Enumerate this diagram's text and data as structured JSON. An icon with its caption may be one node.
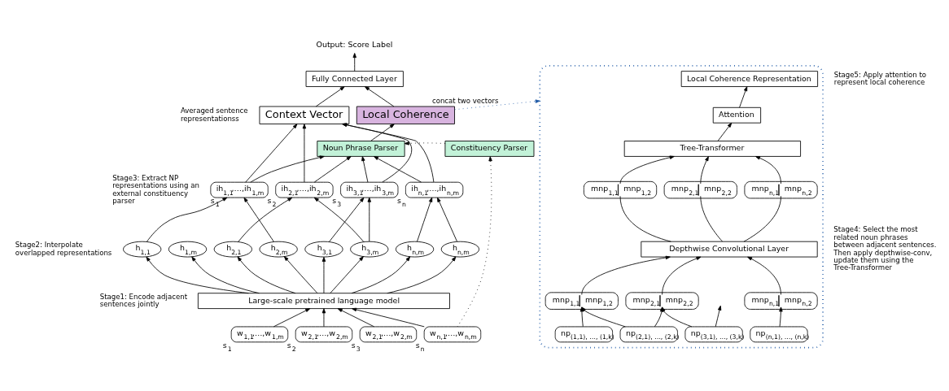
{
  "diagram": {
    "nodes": [
      {
        "text": [
          "Output: Score Label"
        ]
      },
      {
        "text": [
          "Fully Connected Layer"
        ]
      },
      {
        "text": [
          "Context Vector"
        ]
      },
      {
        "text": [
          "Local Coherence"
        ]
      },
      {
        "text": [
          "Noun Phrase Parser"
        ]
      },
      {
        "text": [
          "Constituency Parser"
        ]
      },
      {
        "text": [
          "ih$_{1,1}$,…,ih$_{1,m}$"
        ],
        "beside": [
          "s$_{1}$"
        ]
      },
      {
        "text": [
          "ih$_{2,1}$,…,ih$_{2,m}$"
        ],
        "beside": [
          "s$_{2}$"
        ]
      },
      {
        "text": [
          "ih$_{3,1}$,…,ih$_{3,m}$"
        ],
        "beside": [
          "s$_{3}$"
        ]
      },
      {
        "text": [
          "ih$_{n,1}$,…,ih$_{n,m}$"
        ],
        "beside": [
          "s$_{n}$"
        ]
      },
      {
        "text": [
          "h$_{1,1}$"
        ]
      },
      {
        "text": [
          "h$_{1,m}$"
        ]
      },
      {
        "text": [
          "h$_{2,1}$"
        ]
      },
      {
        "text": [
          "h$_{2,m}$"
        ]
      },
      {
        "text": [
          "h$_{3,1}$"
        ]
      },
      {
        "text": [
          "h$_{3,m}$"
        ]
      },
      {
        "text": [
          "h$_{n,m}$"
        ]
      },
      {
        "text": [
          "h$_{n,m}$"
        ]
      },
      {
        "text": [
          "Large-scale pretrained language model"
        ]
      },
      {
        "text": [
          "w$_{1,1}$,…,w$_{1,m}$"
        ],
        "beside": [
          "s$_{1}$"
        ]
      },
      {
        "text": [
          "w$_{2,1}$,…,w$_{2,m}$"
        ],
        "beside": [
          "s$_{2}$"
        ]
      },
      {
        "text": [
          "w$_{2,1}$,…,w$_{2,m}$"
        ],
        "beside": [
          "s$_{3}$"
        ]
      },
      {
        "text": [
          "w$_{n,1}$,…,w$_{n,m}$"
        ],
        "beside": [
          "s$_{n}$"
        ]
      },
      {
        "text": [],
        "shape": "box"
      },
      {
        "text": [
          "Local Coherence Representation"
        ],
        "in": 23
      },
      {
        "text": [
          "Attention"
        ],
        "in": 23
      },
      {
        "text": [
          "Tree-Transformer"
        ],
        "in": 23
      },
      {
        "text": [
          "mnp$_{1,1}$",
          "mnp$_{1,2}$"
        ],
        "in": 23
      },
      {
        "text": [
          "mnp$_{2,1}$",
          "mnp$_{2,2}$"
        ],
        "in": 23
      },
      {
        "text": [
          "mnp$_{n,1}$",
          "mnp$_{n,2}$"
        ],
        "in": 23
      },
      {
        "text": [
          "Depthwise Convolutional Layer"
        ],
        "in": 23
      },
      {
        "text": [
          "mnp$_{1,1}$",
          "mnp$_{1,2}$"
        ],
        "in": 23
      },
      {
        "text": [
          "mnp$_{2,1}$",
          "mnp$_{2,2}$"
        ],
        "in": 23
      },
      {
        "text": [
          "mnp$_{n,1}$",
          "mnp$_{n,2}$"
        ],
        "in": 23
      },
      {
        "text": [
          "np$_{(1,1), …, (1,k)}$"
        ],
        "in": 23
      },
      {
        "text": [
          "np$_{(2,1), …, (2,k)}$"
        ],
        "in": 23
      },
      {
        "text": [
          "np$_{(3,1), …, (3,k)}$"
        ],
        "in": 23
      },
      {
        "text": [
          "np$_{(n,1), …, (n,k)}$"
        ],
        "in": 23
      }
    ],
    "edges": [
      {
        "from": 1,
        "to": 0,
        "arrow": "to"
      },
      {
        "from": 2,
        "to": 1,
        "arrow": "to"
      },
      {
        "from": 3,
        "to": 1,
        "arrow": "to"
      },
      {
        "from": 3,
        "to": 23,
        "arrow": "to",
        "label": "concat two vectors",
        "style": "dashed",
        "color": "#1f5aa6"
      },
      {
        "from": 4,
        "to": 3,
        "arrow": "to"
      },
      {
        "from": 5,
        "to": 4,
        "arrow": "to",
        "style": "dashed"
      },
      {
        "from": 22,
        "to": 5,
        "arrow": "to",
        "style": "dashed"
      },
      {
        "from": 6,
        "to": 4,
        "arrow": "to"
      },
      {
        "from": 7,
        "to": 4,
        "arrow": "to"
      },
      {
        "from": 8,
        "to": 4,
        "arrow": "to"
      },
      {
        "from": 9,
        "to": 4,
        "arrow": "to"
      },
      {
        "from": 6,
        "to": 2,
        "arrow": "to"
      },
      {
        "from": 7,
        "to": 2,
        "arrow": "to"
      },
      {
        "from": 8,
        "to": 2,
        "arrow": "to"
      },
      {
        "from": 9,
        "to": 2,
        "arrow": "to"
      },
      {
        "from": 10,
        "to": 6,
        "arrow": "to"
      },
      {
        "from": 13,
        "to": 6,
        "arrow": "to"
      },
      {
        "from": 12,
        "to": 7,
        "arrow": "to"
      },
      {
        "from": 15,
        "to": 7,
        "arrow": "to"
      },
      {
        "from": 14,
        "to": 8,
        "arrow": "to"
      },
      {
        "from": 15,
        "to": 8,
        "arrow": "to"
      },
      {
        "from": 16,
        "to": 9,
        "arrow": "to"
      },
      {
        "from": 17,
        "to": 9,
        "arrow": "to"
      },
      {
        "from": 18,
        "to": 10,
        "arrow": "to"
      },
      {
        "from": 18,
        "to": 11,
        "arrow": "to"
      },
      {
        "from": 18,
        "to": 12,
        "arrow": "to"
      },
      {
        "from": 18,
        "to": 13,
        "arrow": "to"
      },
      {
        "from": 18,
        "to": 14,
        "arrow": "to"
      },
      {
        "from": 18,
        "to": 15,
        "arrow": "to"
      },
      {
        "from": 18,
        "to": 16,
        "arrow": "to"
      },
      {
        "from": 18,
        "to": 17,
        "arrow": "to"
      },
      {
        "from": 19,
        "to": 18,
        "arrow": "to"
      },
      {
        "from": 20,
        "to": 18,
        "arrow": "to"
      },
      {
        "from": 21,
        "to": 18,
        "arrow": "to"
      },
      {
        "from": 22,
        "to": 18,
        "arrow": "to"
      },
      {
        "from": 25,
        "to": 24,
        "arrow": "to"
      },
      {
        "from": 26,
        "to": 25,
        "arrow": "to"
      },
      {
        "from": 27,
        "to": 26,
        "arrow": "to"
      },
      {
        "from": 28,
        "to": 26,
        "arrow": "to"
      },
      {
        "from": 29,
        "to": 26,
        "arrow": "to"
      },
      {
        "from": 30,
        "to": 27,
        "arrow": "none"
      },
      {
        "from": 30,
        "to": 28,
        "arrow": "none"
      },
      {
        "from": 30,
        "to": 29,
        "arrow": "none"
      },
      {
        "from": 31,
        "to": 30,
        "arrow": "to"
      },
      {
        "from": 32,
        "to": 30,
        "arrow": "to"
      },
      {
        "from": 33,
        "to": 30,
        "arrow": "to"
      },
      {
        "from": 34,
        "to": 31,
        "arrow": "to"
      },
      {
        "from": 35,
        "to": 31,
        "arrow": "to"
      },
      {
        "from": 35,
        "to": 32,
        "arrow": "to"
      },
      {
        "from": 36,
        "to": 32,
        "arrow": "to"
      },
      {
        "from": 36,
        "to": null,
        "arrow": "to"
      },
      {
        "from": 37,
        "to": 33,
        "arrow": "to"
      }
    ],
    "labels": [
      "Averaged sentence representationss",
      "Stage3: Extract NP representations using an external constituency parser",
      "Stage2: Interpolate overlapped representations",
      "Stage1: Encode adjacent sentences jointly",
      "Stage5: Apply attention to represent local coherence",
      "Stage4: Select the most related noun phrases between adjacent sentences. Then apply depthwise-conv, update them using the Tree-Transformer"
    ]
  }
}
